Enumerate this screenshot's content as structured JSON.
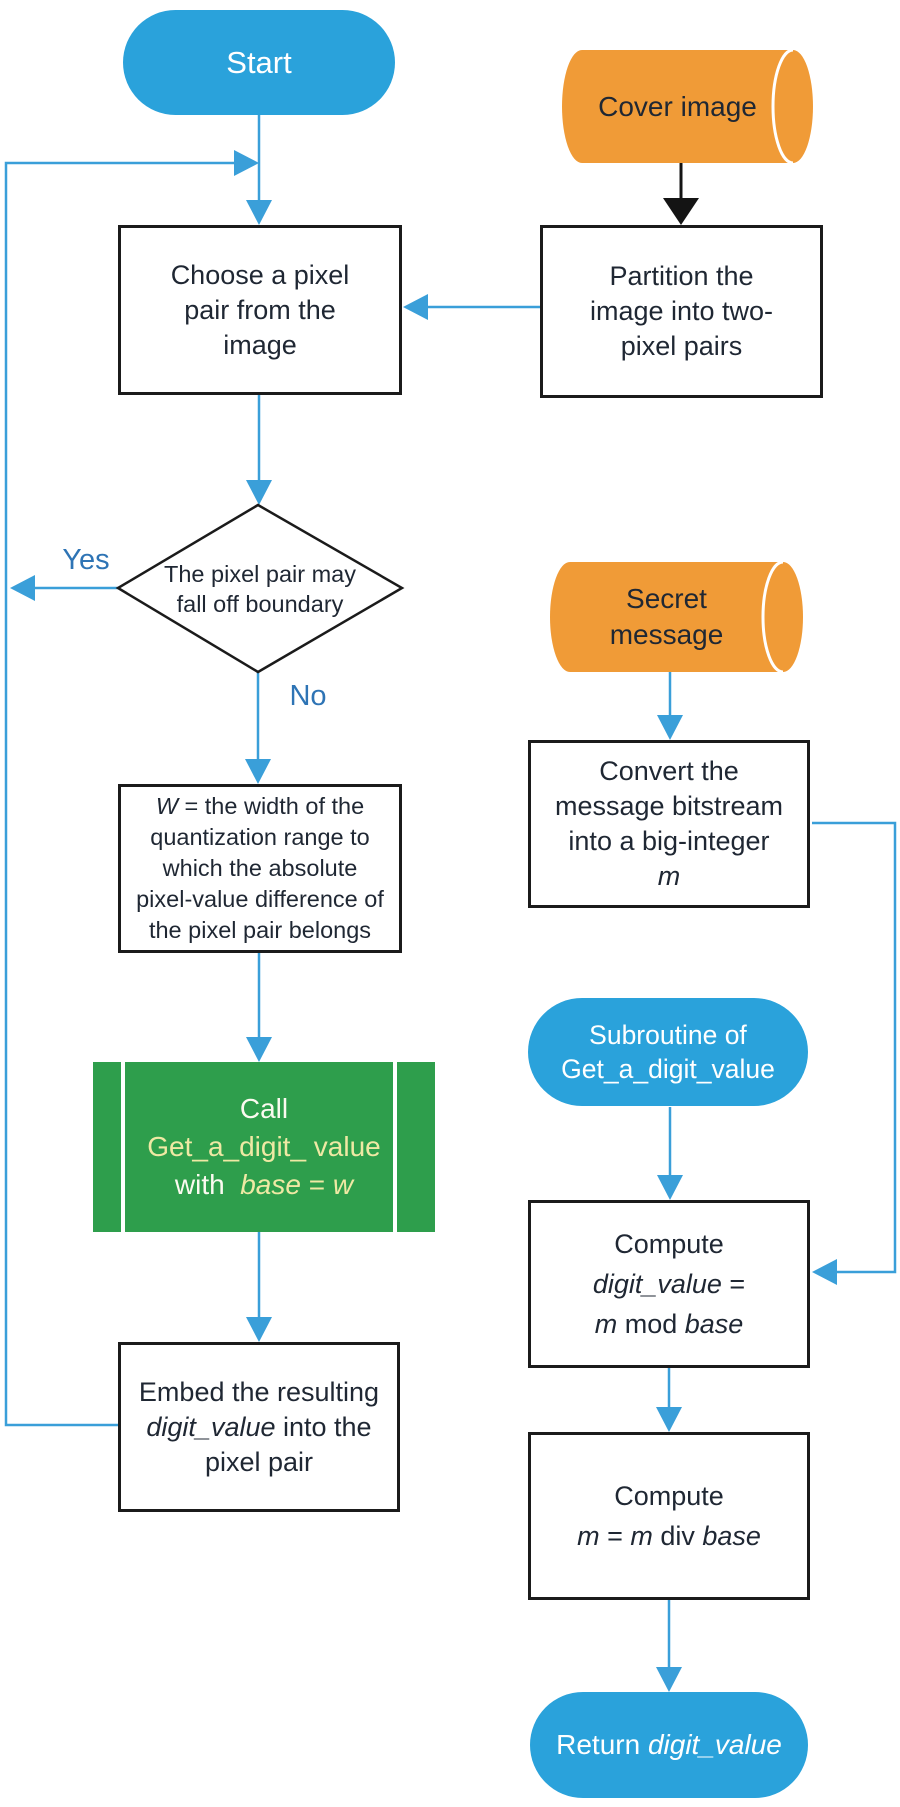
{
  "colors": {
    "node_blue": "#2aa2db",
    "cylinder_orange": "#f09b37",
    "call_green": "#2e9e4c",
    "arrow_blue": "#3a9fd9",
    "branch_label_blue": "#2e74b5",
    "arrow_black": "#141414",
    "box_border": "#1b1b1b",
    "box_text": "#1f2733",
    "call_text_white": "#fbfaf0",
    "call_text_yellow": "#efe9a4"
  },
  "flow": {
    "start": {
      "type": "terminator",
      "lines": [
        "Start"
      ]
    },
    "cover": {
      "type": "stored-data",
      "lines": [
        "Cover image"
      ]
    },
    "choose": {
      "type": "process",
      "lines": [
        "Choose a pixel",
        "pair from the",
        "image"
      ]
    },
    "partition": {
      "type": "process",
      "lines": [
        "Partition the",
        "image into two-",
        "pixel pairs"
      ]
    },
    "decision": {
      "type": "decision",
      "lines": [
        "The pixel pair may",
        "fall off boundary"
      ]
    },
    "width_box": {
      "type": "process",
      "lines": [
        [
          {
            "t": "W",
            "i": true
          },
          {
            "t": " = the width of the"
          }
        ],
        "quantization range to",
        "which the absolute",
        "pixel-value difference of",
        "the pixel pair belongs"
      ]
    },
    "call_box": {
      "type": "predefined-process",
      "lines": [
        [
          {
            "t": "Call",
            "c": "w"
          }
        ],
        [
          {
            "t": "Get_a_digit_ value",
            "c": "y"
          }
        ],
        [
          {
            "t": "with  ",
            "c": "w"
          },
          {
            "t": "base",
            "i": true,
            "c": "y"
          },
          {
            "t": " = ",
            "c": "y"
          },
          {
            "t": "w",
            "i": true,
            "c": "y"
          }
        ]
      ]
    },
    "embed": {
      "type": "process",
      "lines": [
        "Embed the resulting",
        [
          {
            "t": "digit_value",
            "i": true
          },
          {
            "t": " into the"
          }
        ],
        "pixel pair"
      ]
    },
    "secret": {
      "type": "stored-data",
      "lines": [
        "Secret",
        "message"
      ]
    },
    "convert": {
      "type": "process",
      "lines": [
        "Convert the",
        "message bitstream",
        "into a big-integer",
        [
          {
            "t": "m",
            "i": true
          }
        ]
      ]
    },
    "subroutine": {
      "type": "terminator",
      "lines": [
        "Subroutine of",
        "Get_a_digit_value"
      ]
    },
    "compute_digit": {
      "type": "process",
      "lines": [
        "Compute",
        [
          {
            "t": "digit_value",
            "i": true
          },
          {
            "t": " ="
          }
        ],
        [
          {
            "t": "m",
            "i": true
          },
          {
            "t": " mod "
          },
          {
            "t": "base",
            "i": true
          }
        ]
      ]
    },
    "compute_m": {
      "type": "process",
      "lines": [
        "Compute",
        [
          {
            "t": "m",
            "i": true
          },
          {
            "t": " = "
          },
          {
            "t": "m",
            "i": true
          },
          {
            "t": " div "
          },
          {
            "t": "base",
            "i": true
          }
        ]
      ]
    },
    "return": {
      "type": "terminator",
      "lines": [
        [
          {
            "t": "Return "
          },
          {
            "t": "digit_value",
            "i": true
          }
        ]
      ]
    }
  },
  "branch_labels": {
    "yes": "Yes",
    "no": "No"
  }
}
